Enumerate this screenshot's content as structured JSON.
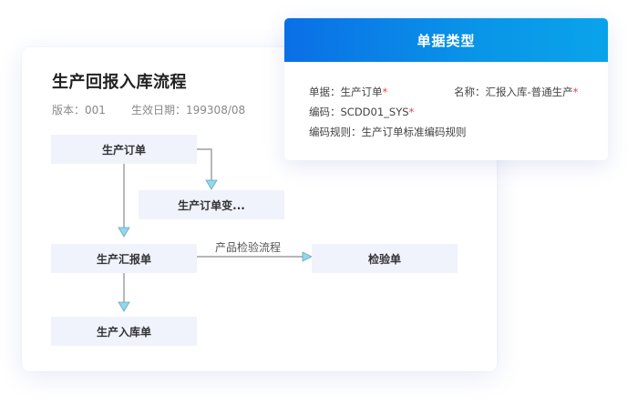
{
  "flow_card": {
    "title": "生产回报入库流程",
    "version_label": "版本：",
    "version_value": "001",
    "date_label": "生效日期：",
    "date_value": "199308/08",
    "nodes": [
      {
        "id": "order",
        "label": "生产订单"
      },
      {
        "id": "order_change",
        "label": "生产订单变..."
      },
      {
        "id": "report",
        "label": "生产汇报单"
      },
      {
        "id": "inspection",
        "label": "检验单"
      },
      {
        "id": "storage",
        "label": "生产入库单"
      }
    ],
    "edges": [
      {
        "from": "order",
        "to": "order_change",
        "label": ""
      },
      {
        "from": "order",
        "to": "report",
        "label": ""
      },
      {
        "from": "report",
        "to": "inspection",
        "label": "产品检验流程"
      },
      {
        "from": "report",
        "to": "storage",
        "label": ""
      }
    ],
    "colors": {
      "node_bg": "#f0f3fc",
      "edge": "#888888",
      "arrow": "#7fd0ea"
    }
  },
  "doc_type_card": {
    "header": "单据类型",
    "fields": {
      "doc_label": "单据：",
      "doc_value": "生产订单",
      "name_label": "名称：",
      "name_value": "汇报入库-普通生产",
      "code_label": "编码：",
      "code_value": "SCDD01_SYS",
      "rule_label": "编码规则：",
      "rule_value": "生产订单标准编码规则",
      "required_mark": "*"
    },
    "colors": {
      "header_start": "#0a6fe6",
      "header_end": "#0aa3ea",
      "required": "#e8453c"
    }
  }
}
